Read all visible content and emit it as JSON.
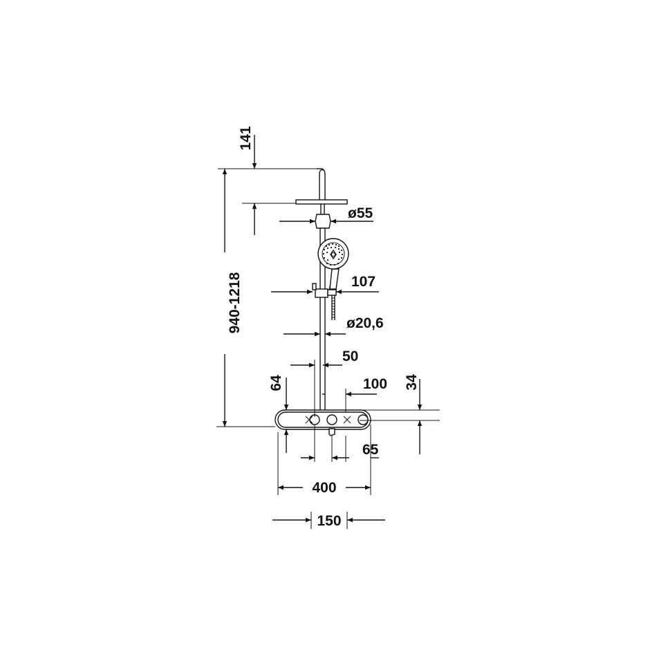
{
  "dimensions": {
    "head_offset": "141",
    "height_range": "940-1218",
    "pipe_joint_diameter": "ø55",
    "handshower_projection": "107",
    "rail_diameter": "ø20,6",
    "rail_offset": "50",
    "thermostat_height": "64",
    "outlet_spacing": "100",
    "thermostat_depth": "34",
    "knob_offset": "65",
    "thermostat_width": "400",
    "center_distance": "150"
  }
}
